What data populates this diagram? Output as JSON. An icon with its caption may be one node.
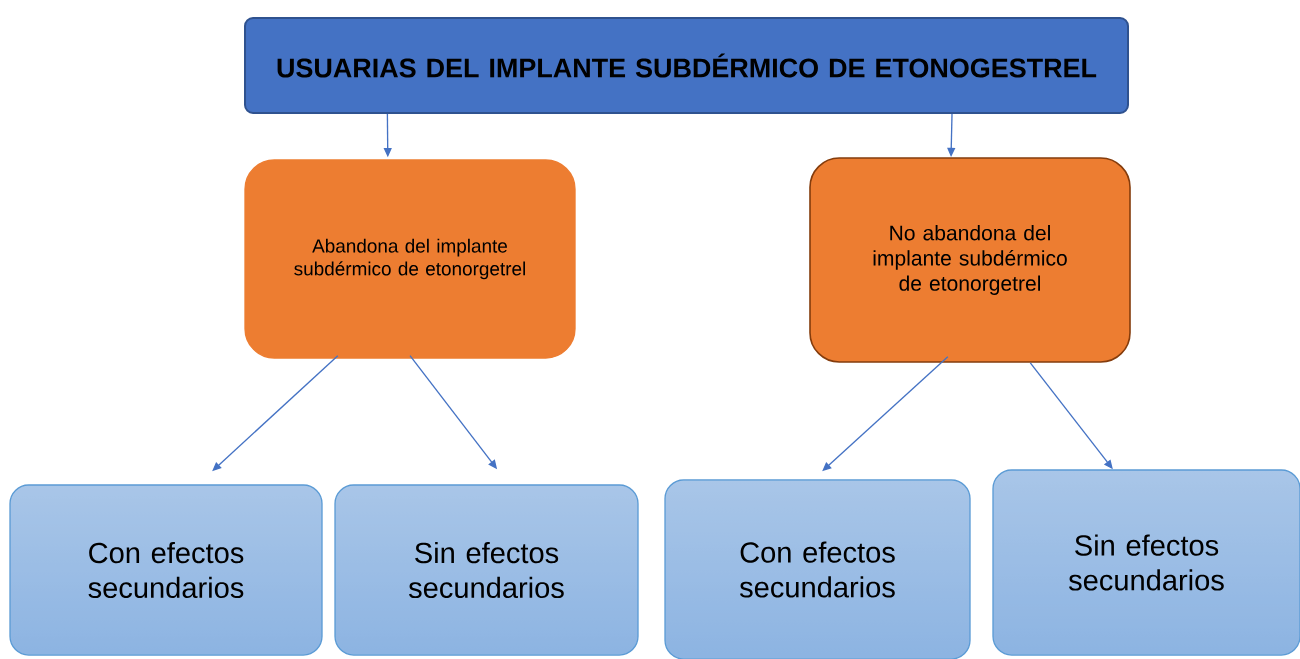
{
  "diagram": {
    "nodes": [
      {
        "text": [
          "USUARIAS DEL IMPLANTE SUBDÉRMICO DE ETONOGESTREL"
        ]
      },
      {
        "text": [
          "Abandona del implante subdérmico de etonorgetrel"
        ]
      },
      {
        "text": [
          "No abandona del implante subdérmico de etonorgetrel"
        ]
      },
      {
        "text": [
          "Con efectos secundarios"
        ]
      },
      {
        "text": [
          "Sin efectos secundarios"
        ]
      },
      {
        "text": [
          "Con efectos secundarios"
        ]
      },
      {
        "text": [
          "Sin efectos secundarios"
        ]
      }
    ],
    "edges": [
      {
        "from": 0,
        "to": 1,
        "arrow": "to"
      },
      {
        "from": 0,
        "to": 2,
        "arrow": "to"
      },
      {
        "from": 1,
        "to": 3,
        "arrow": "to"
      },
      {
        "from": 1,
        "to": 4,
        "arrow": "to"
      },
      {
        "from": 2,
        "to": 5,
        "arrow": "to"
      },
      {
        "from": 2,
        "to": 6,
        "arrow": "to"
      }
    ]
  }
}
